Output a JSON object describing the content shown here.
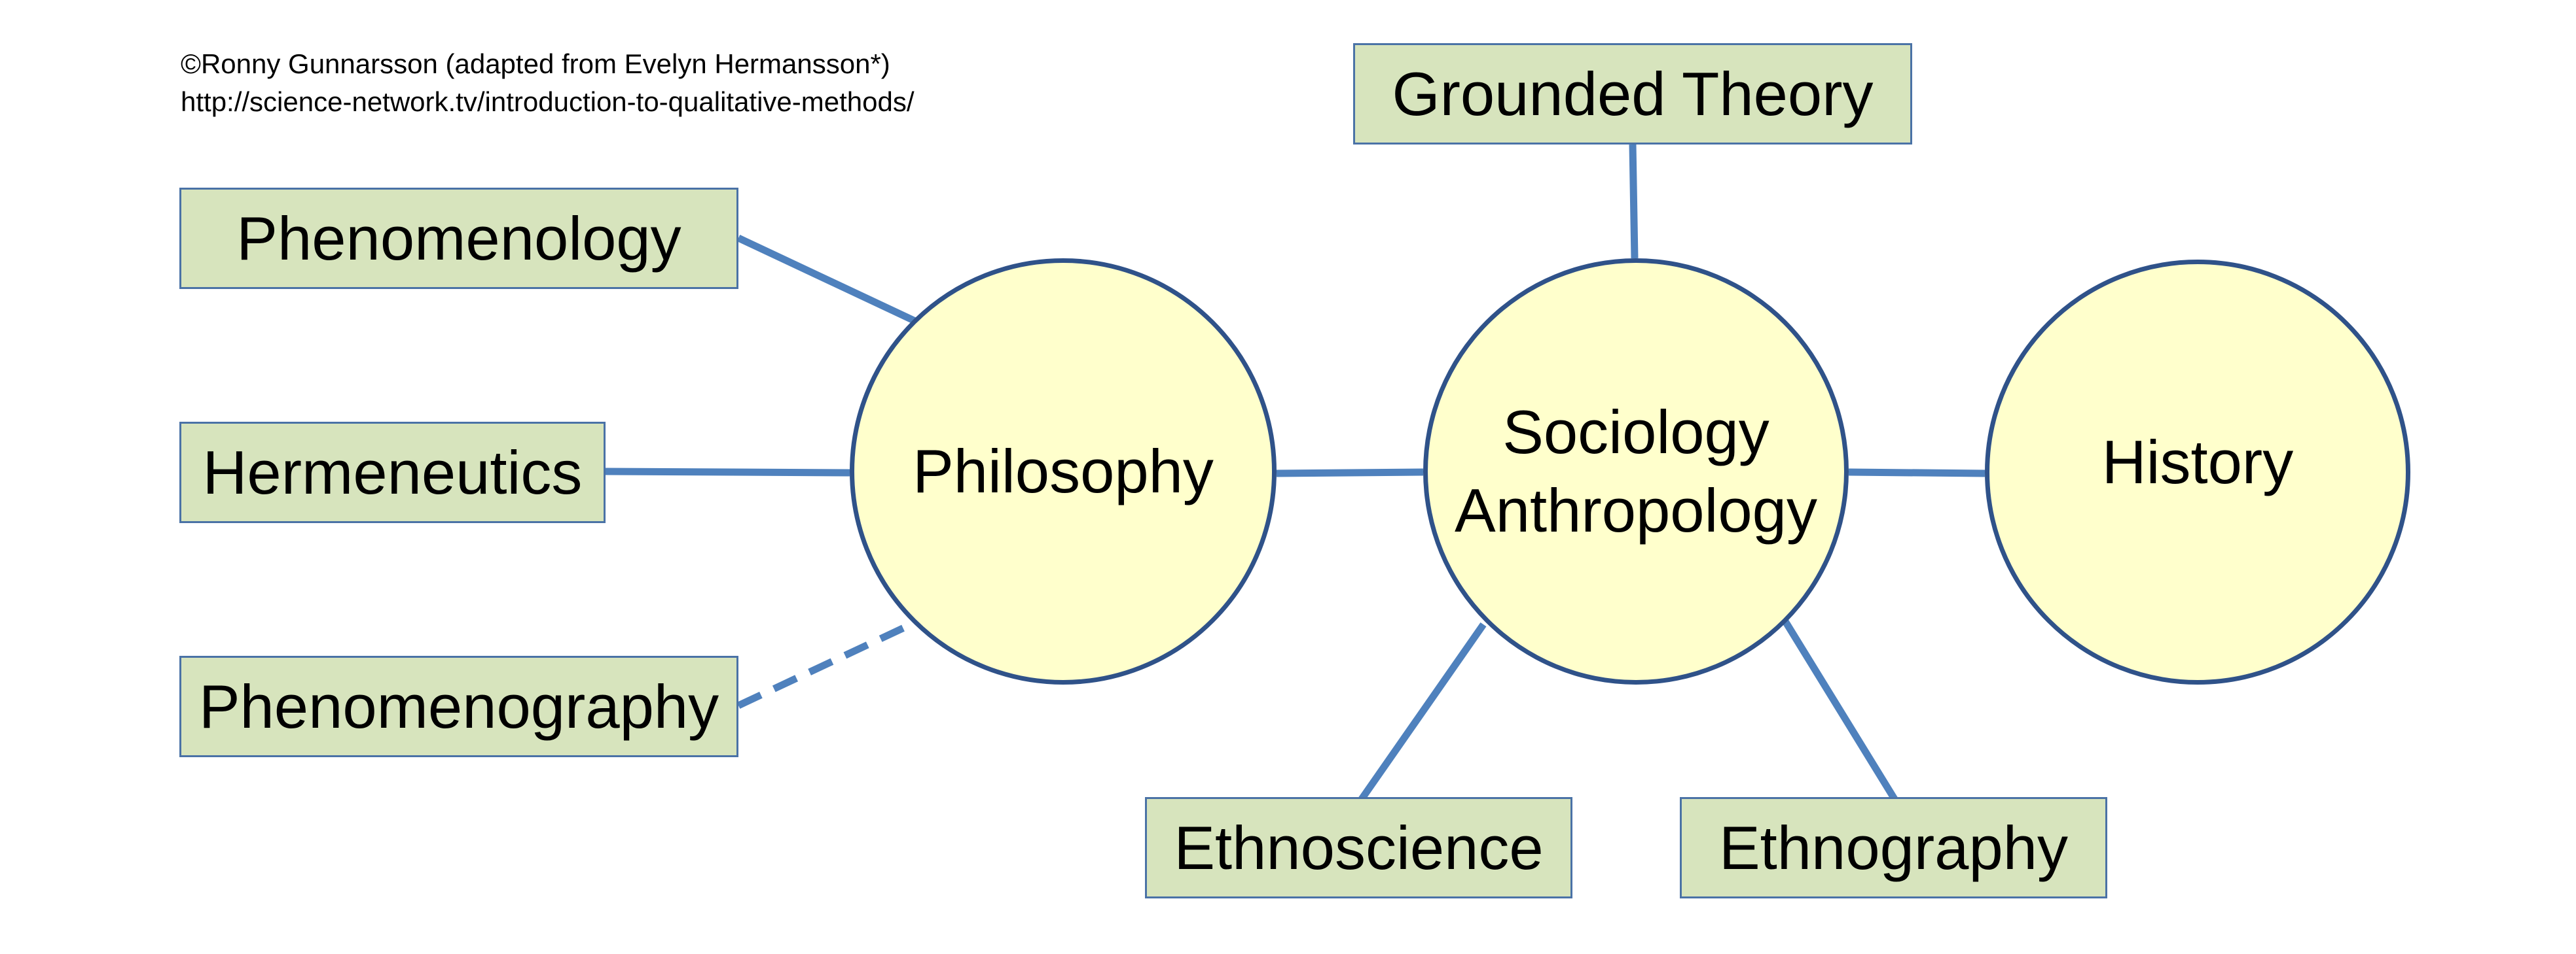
{
  "credit": {
    "line1": "©Ronny Gunnarsson (adapted from Evelyn Hermansson*)",
    "line2": "http://science-network.tv/introduction-to-qualitative-methods/"
  },
  "circles": {
    "philosophy": "Philosophy",
    "sociology_anthropology": [
      "Sociology",
      "Anthropology"
    ],
    "history": "History"
  },
  "boxes": {
    "phenomenology": "Phenomenology",
    "hermeneutics": "Hermeneutics",
    "phenomenography": "Phenomenography",
    "grounded_theory": "Grounded Theory",
    "ethnoscience": "Ethnoscience",
    "ethnography": "Ethnography"
  },
  "colors": {
    "box_fill": "#d7e4bd",
    "box_border": "#4a72a6",
    "circle_fill": "#ffffcc",
    "circle_border": "#2f5289",
    "connector": "#4f81bd"
  },
  "connections": [
    {
      "from": "phenomenology",
      "to": "philosophy",
      "style": "solid"
    },
    {
      "from": "hermeneutics",
      "to": "philosophy",
      "style": "solid"
    },
    {
      "from": "phenomenography",
      "to": "philosophy",
      "style": "dashed"
    },
    {
      "from": "philosophy",
      "to": "sociology_anthropology",
      "style": "solid"
    },
    {
      "from": "grounded_theory",
      "to": "sociology_anthropology",
      "style": "solid"
    },
    {
      "from": "ethnoscience",
      "to": "sociology_anthropology",
      "style": "solid"
    },
    {
      "from": "ethnography",
      "to": "sociology_anthropology",
      "style": "solid"
    },
    {
      "from": "sociology_anthropology",
      "to": "history",
      "style": "solid"
    }
  ]
}
